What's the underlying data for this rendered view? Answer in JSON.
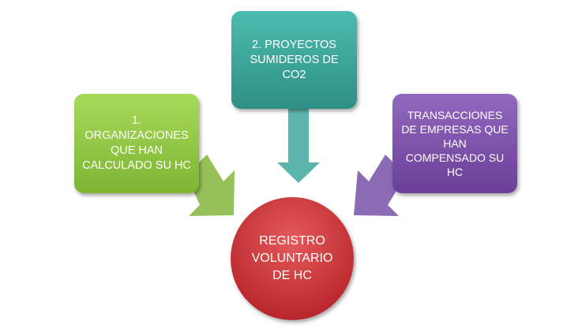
{
  "nodes": {
    "green": {
      "label": "1.\nORGANIZACIONES\nQUE HAN\nCALCULADO SU HC",
      "color": "#8dc63f"
    },
    "teal": {
      "label": "2. PROYECTOS\nSUMIDEROS DE\nCO2",
      "color": "#3aa59a"
    },
    "purple": {
      "label": "TRANSACCIONES\nDE EMPRESAS QUE\nHAN\nCOMPENSADO SU\nHC",
      "color": "#7b4fa6"
    },
    "center": {
      "label": "REGISTRO\nVOLUNTARIO\nDE HC",
      "color": "#d9353a"
    }
  }
}
